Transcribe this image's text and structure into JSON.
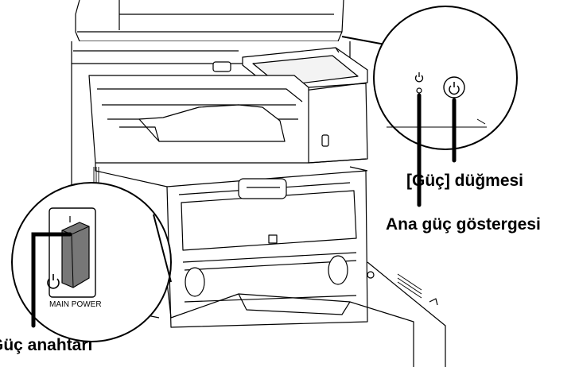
{
  "labels": {
    "power_button": "[Güç] düğmesi",
    "main_power_indicator": "Ana güç göstergesi",
    "main_power_switch": "Güç anahtarı"
  },
  "switch_inset": {
    "power_symbol": "⏻",
    "caption": "MAIN POWER"
  },
  "panel_inset": {
    "indicator_symbol": "⏻",
    "button_symbol": "⏻"
  },
  "icons": [
    "power-icon",
    "power-button-icon",
    "main-power-indicator-lamp",
    "rocker-switch"
  ]
}
